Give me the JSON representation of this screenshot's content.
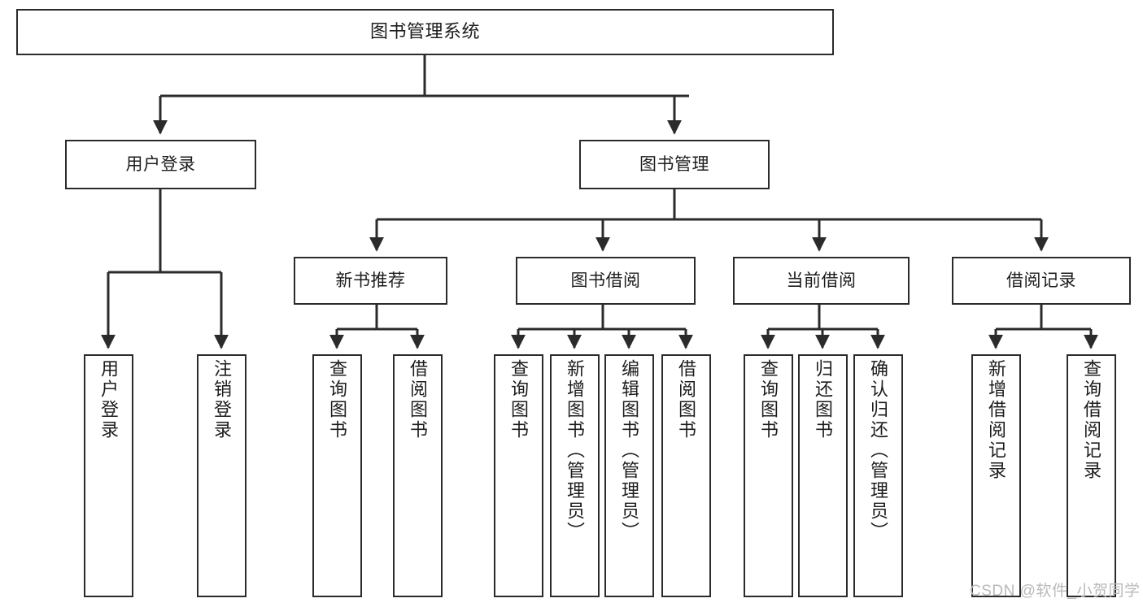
{
  "diagram": {
    "title": "图书管理系统",
    "style": {
      "box_border_color": "#2b2b2b",
      "box_fill_color": "#ffffff",
      "connector_color": "#2b2b2b",
      "text_color": "#1d1d1d",
      "background_color": "#ffffff"
    },
    "root": {
      "label": "图书管理系统"
    },
    "level2": [
      {
        "label": "用户登录"
      },
      {
        "label": "图书管理"
      }
    ],
    "level3": [
      {
        "label": "新书推荐"
      },
      {
        "label": "图书借阅"
      },
      {
        "label": "当前借阅"
      },
      {
        "label": "借阅记录"
      }
    ],
    "leaves": {
      "user_login": [
        {
          "label": "用户登录"
        },
        {
          "label": "注销登录"
        }
      ],
      "new_book_recommend": [
        {
          "label": "查询图书"
        },
        {
          "label": "借阅图书"
        }
      ],
      "book_borrow": [
        {
          "label": "查询图书"
        },
        {
          "label": "新增图书（管理员）"
        },
        {
          "label": "编辑图书（管理员）"
        },
        {
          "label": "借阅图书"
        }
      ],
      "current_borrow": [
        {
          "label": "查询图书"
        },
        {
          "label": "归还图书"
        },
        {
          "label": "确认归还（管理员）"
        }
      ],
      "borrow_record": [
        {
          "label": "新增借阅记录"
        },
        {
          "label": "查询借阅记录"
        }
      ]
    }
  },
  "watermark": {
    "text": "CSDN @软件_小贺同学"
  }
}
